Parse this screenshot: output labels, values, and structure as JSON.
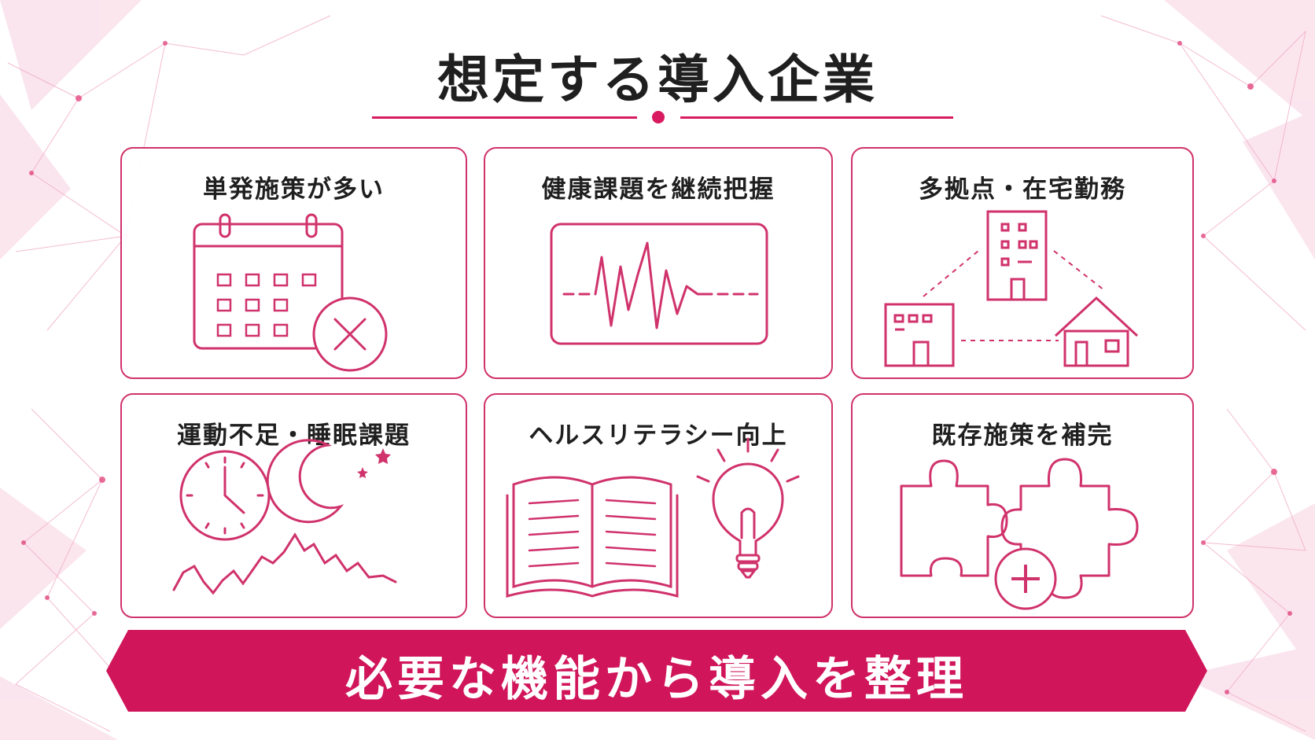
{
  "title": "想定する導入企業",
  "cards": [
    {
      "label": "単発施策が多い",
      "icon": "calendar-x-icon"
    },
    {
      "label": "健康課題を継続把握",
      "icon": "heartbeat-monitor-icon"
    },
    {
      "label": "多拠点・在宅勤務",
      "icon": "offices-and-home-icon"
    },
    {
      "label": "運動不足・睡眠課題",
      "icon": "clock-moon-icon"
    },
    {
      "label": "ヘルスリテラシー向上",
      "icon": "book-lightbulb-icon"
    },
    {
      "label": "既存施策を補完",
      "icon": "puzzle-plus-icon"
    }
  ],
  "banner": {
    "label": "必要な機能から導入を整理"
  },
  "colors": {
    "accent": "#d81b60",
    "text": "#1f1f1f",
    "background": "#ffffff"
  }
}
